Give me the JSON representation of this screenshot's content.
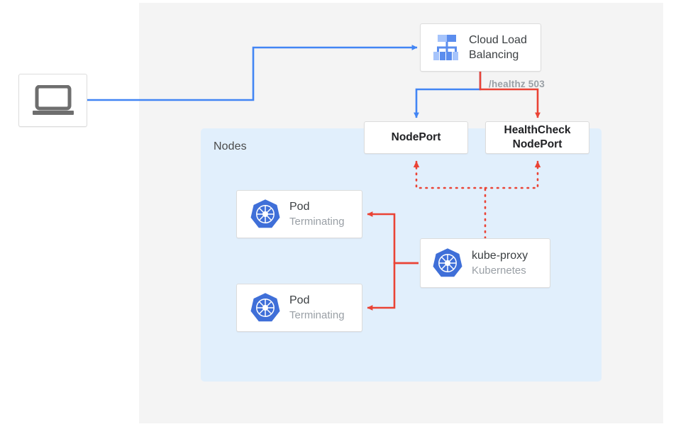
{
  "diagram": {
    "title_region_label": "Nodes",
    "colors": {
      "blue": "#4285f4",
      "red": "#ea4335",
      "panel_gray": "#f4f4f4",
      "panel_blue": "#e1effc",
      "k8s_blue": "#3f6fd8",
      "text_dark": "#3c4043",
      "text_muted": "#9aa0a6"
    },
    "client": {
      "icon": "laptop-icon"
    },
    "load_balancer": {
      "icon": "cloud-load-balancing-icon",
      "line1": "Cloud Load",
      "line2": "Balancing"
    },
    "healthz_label": "/healthz 503",
    "nodeport": {
      "label": "NodePort"
    },
    "healthcheck_nodeport": {
      "line1": "HealthCheck",
      "line2": "NodePort"
    },
    "pods": [
      {
        "icon": "kubernetes-icon",
        "name": "Pod",
        "status": "Terminating"
      },
      {
        "icon": "kubernetes-icon",
        "name": "Pod",
        "status": "Terminating"
      }
    ],
    "kube_proxy": {
      "icon": "kubernetes-icon",
      "name": "kube-proxy",
      "subtitle": "Kubernetes"
    }
  }
}
